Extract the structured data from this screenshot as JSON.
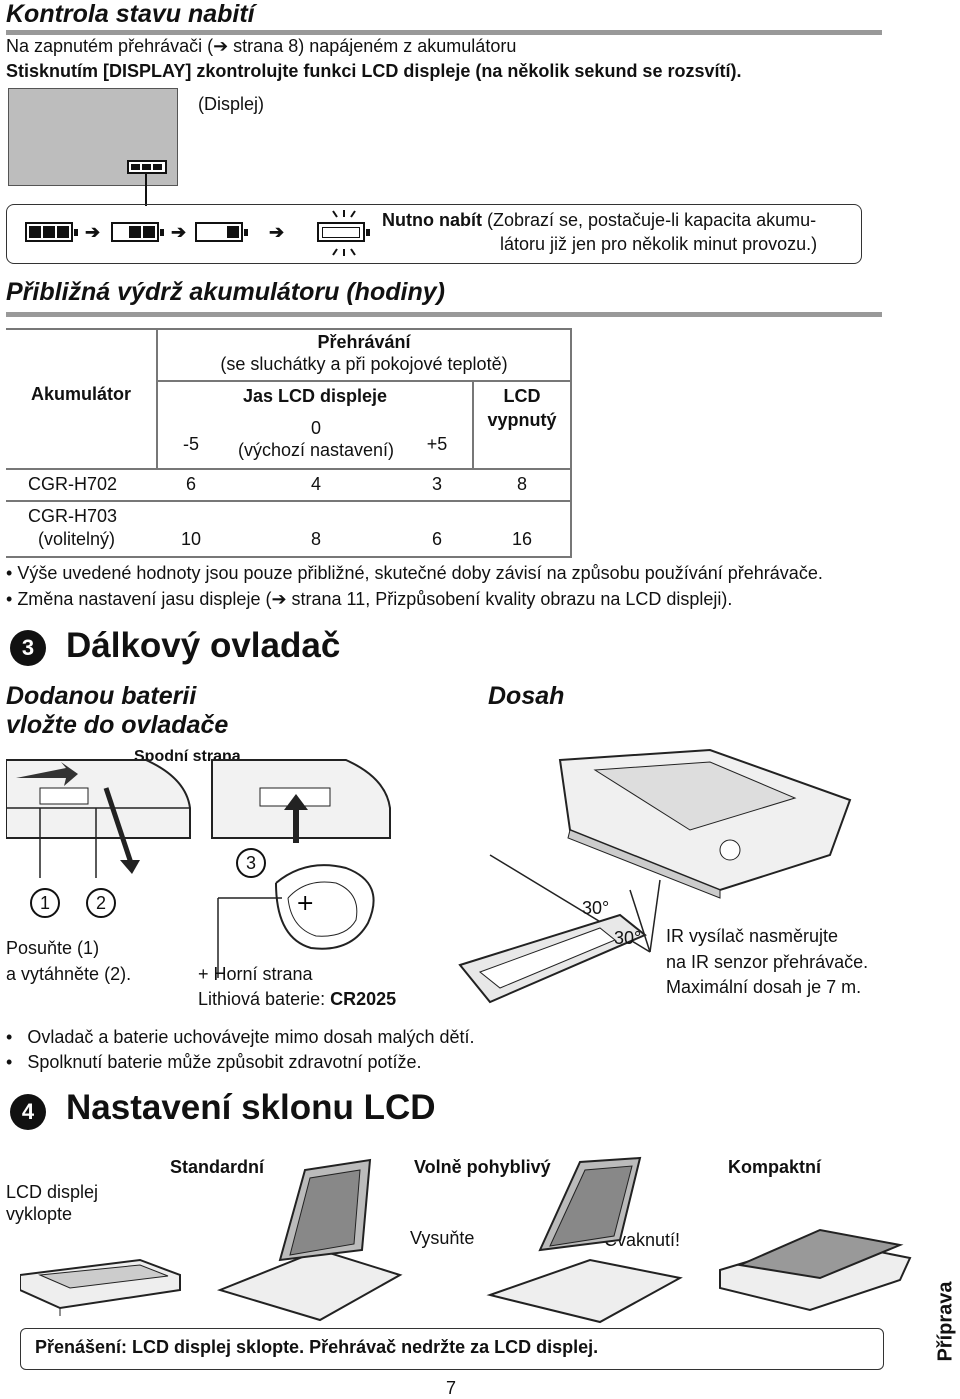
{
  "sec1": {
    "title": "Kontrola stavu nabití",
    "line1": "Na zapnutém přehrávači (➔ strana 8) napájeném z akumulátoru",
    "line2": "Stisknutím [DISPLAY] zkontrolujte funkci LCD displeje (na několik sekund se rozsvítí).",
    "display_label": "(Displej)",
    "need_charge_bold": "Nutno nabít",
    "need_charge_rest": " (Zobrazí se, postačuje-li kapacita akumu-",
    "need_charge_line2": "látoru již jen pro několik minut provozu.)",
    "battery_arrow": "➔"
  },
  "sec2": {
    "title": "Přibližná výdrž akumulátoru (hodiny)",
    "table": {
      "col_battery": "Akumulátor",
      "playback": "Přehrávání",
      "playback_sub": "(se sluchátky a při pokojové teplotě)",
      "lcd_brightness": "Jas LCD displeje",
      "lcd_off_1": "LCD",
      "lcd_off_2": "vypnutý",
      "minus5": "-5",
      "zero": "0",
      "default": "(výchozí nastavení)",
      "plus5": "+5",
      "rows": [
        {
          "name": "CGR-H702",
          "name2": "",
          "m5": "6",
          "z": "4",
          "p5": "3",
          "off": "8"
        },
        {
          "name": "CGR-H703",
          "name2": "(volitelný)",
          "m5": "10",
          "z": "8",
          "p5": "6",
          "off": "16"
        }
      ]
    },
    "note1": "Výše uvedené hodnoty jsou pouze přibližné, skutečné doby závisí na způsobu používání přehrávače.",
    "note2": "Změna nastavení jasu displeje (➔ strana 11, Přizpůsobení kvality obrazu na LCD displeji)."
  },
  "sec3": {
    "num": "3",
    "title": "Dálkový ovladač",
    "sub_left_1": "Dodanou baterii",
    "sub_left_2": "vložte do ovladače",
    "sub_right": "Dosah",
    "bottom_side": "Spodní strana",
    "step1": "1",
    "step2": "2",
    "step3": "3",
    "pull_1": "Posuňte (",
    "pull_mid": ") ",
    "pull_2": "a vytáhněte (",
    "pull_end": ").",
    "plus_top": "+ Horní strana",
    "lithium_label": "Lithiová baterie: ",
    "lithium_type": "CR2025",
    "angle1": "30°",
    "angle2": "30°",
    "ir_1": "IR vysílač nasměrujte",
    "ir_2": "na IR senzor přehrávače.",
    "ir_3": "Maximální dosah je 7 m.",
    "warn1": "Ovladač a baterie uchovávejte mimo dosah malých dětí.",
    "warn2": "Spolknutí baterie může způsobit zdravotní potíže."
  },
  "sec4": {
    "num": "4",
    "title": "Nastavení sklonu LCD",
    "lcd_open_1": "LCD displej",
    "lcd_open_2": "vyklopte",
    "standard": "Standardní",
    "free": "Volně pohyblivý",
    "compact": "Kompaktní",
    "slide": "Vysuňte",
    "click": "Cvaknutí!",
    "carry_note": "Přenášení: LCD displej sklopte. Přehrávač nedržte za LCD displej."
  },
  "page_number": "7",
  "side_tab": "Příprava"
}
